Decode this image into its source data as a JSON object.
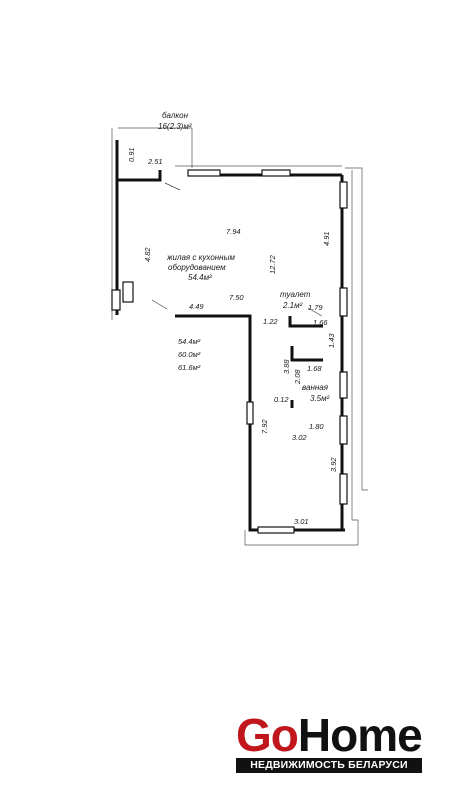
{
  "plan": {
    "balcony_label": "балкон",
    "balcony_area": "16(2.3)м²",
    "living_label_1": "жилая с кухонным",
    "living_label_2": "оборудованием",
    "living_area": "54.4м²",
    "toilet_label": "туалет",
    "toilet_area": "2.1м²",
    "bath_label": "ванная",
    "bath_area": "3.5м²",
    "totals": [
      "54.4м²",
      "60.0м²",
      "61.6м²"
    ],
    "dimensions": {
      "d091": "0.91",
      "d251": "2.51",
      "d794": "7.94",
      "d482": "4.82",
      "d491": "4.91",
      "d1272": "12.72",
      "d449": "4.49",
      "d750": "7.50",
      "d179": "1.79",
      "d122": "1.22",
      "d166": "1.66",
      "d143": "1.43",
      "d168": "1.68",
      "d208": "2.08",
      "d388": "3.88",
      "d012": "0.12",
      "d180": "1.80",
      "d302": "3.02",
      "d792": "7.92",
      "d392": "3.92",
      "d301": "3.01"
    }
  },
  "logo": {
    "go": "Go",
    "home": "Home",
    "tagline": "НЕДВИЖИМОСТЬ БЕЛАРУСИ",
    "colors": {
      "accent": "#c0161c",
      "dark": "#111111"
    }
  }
}
